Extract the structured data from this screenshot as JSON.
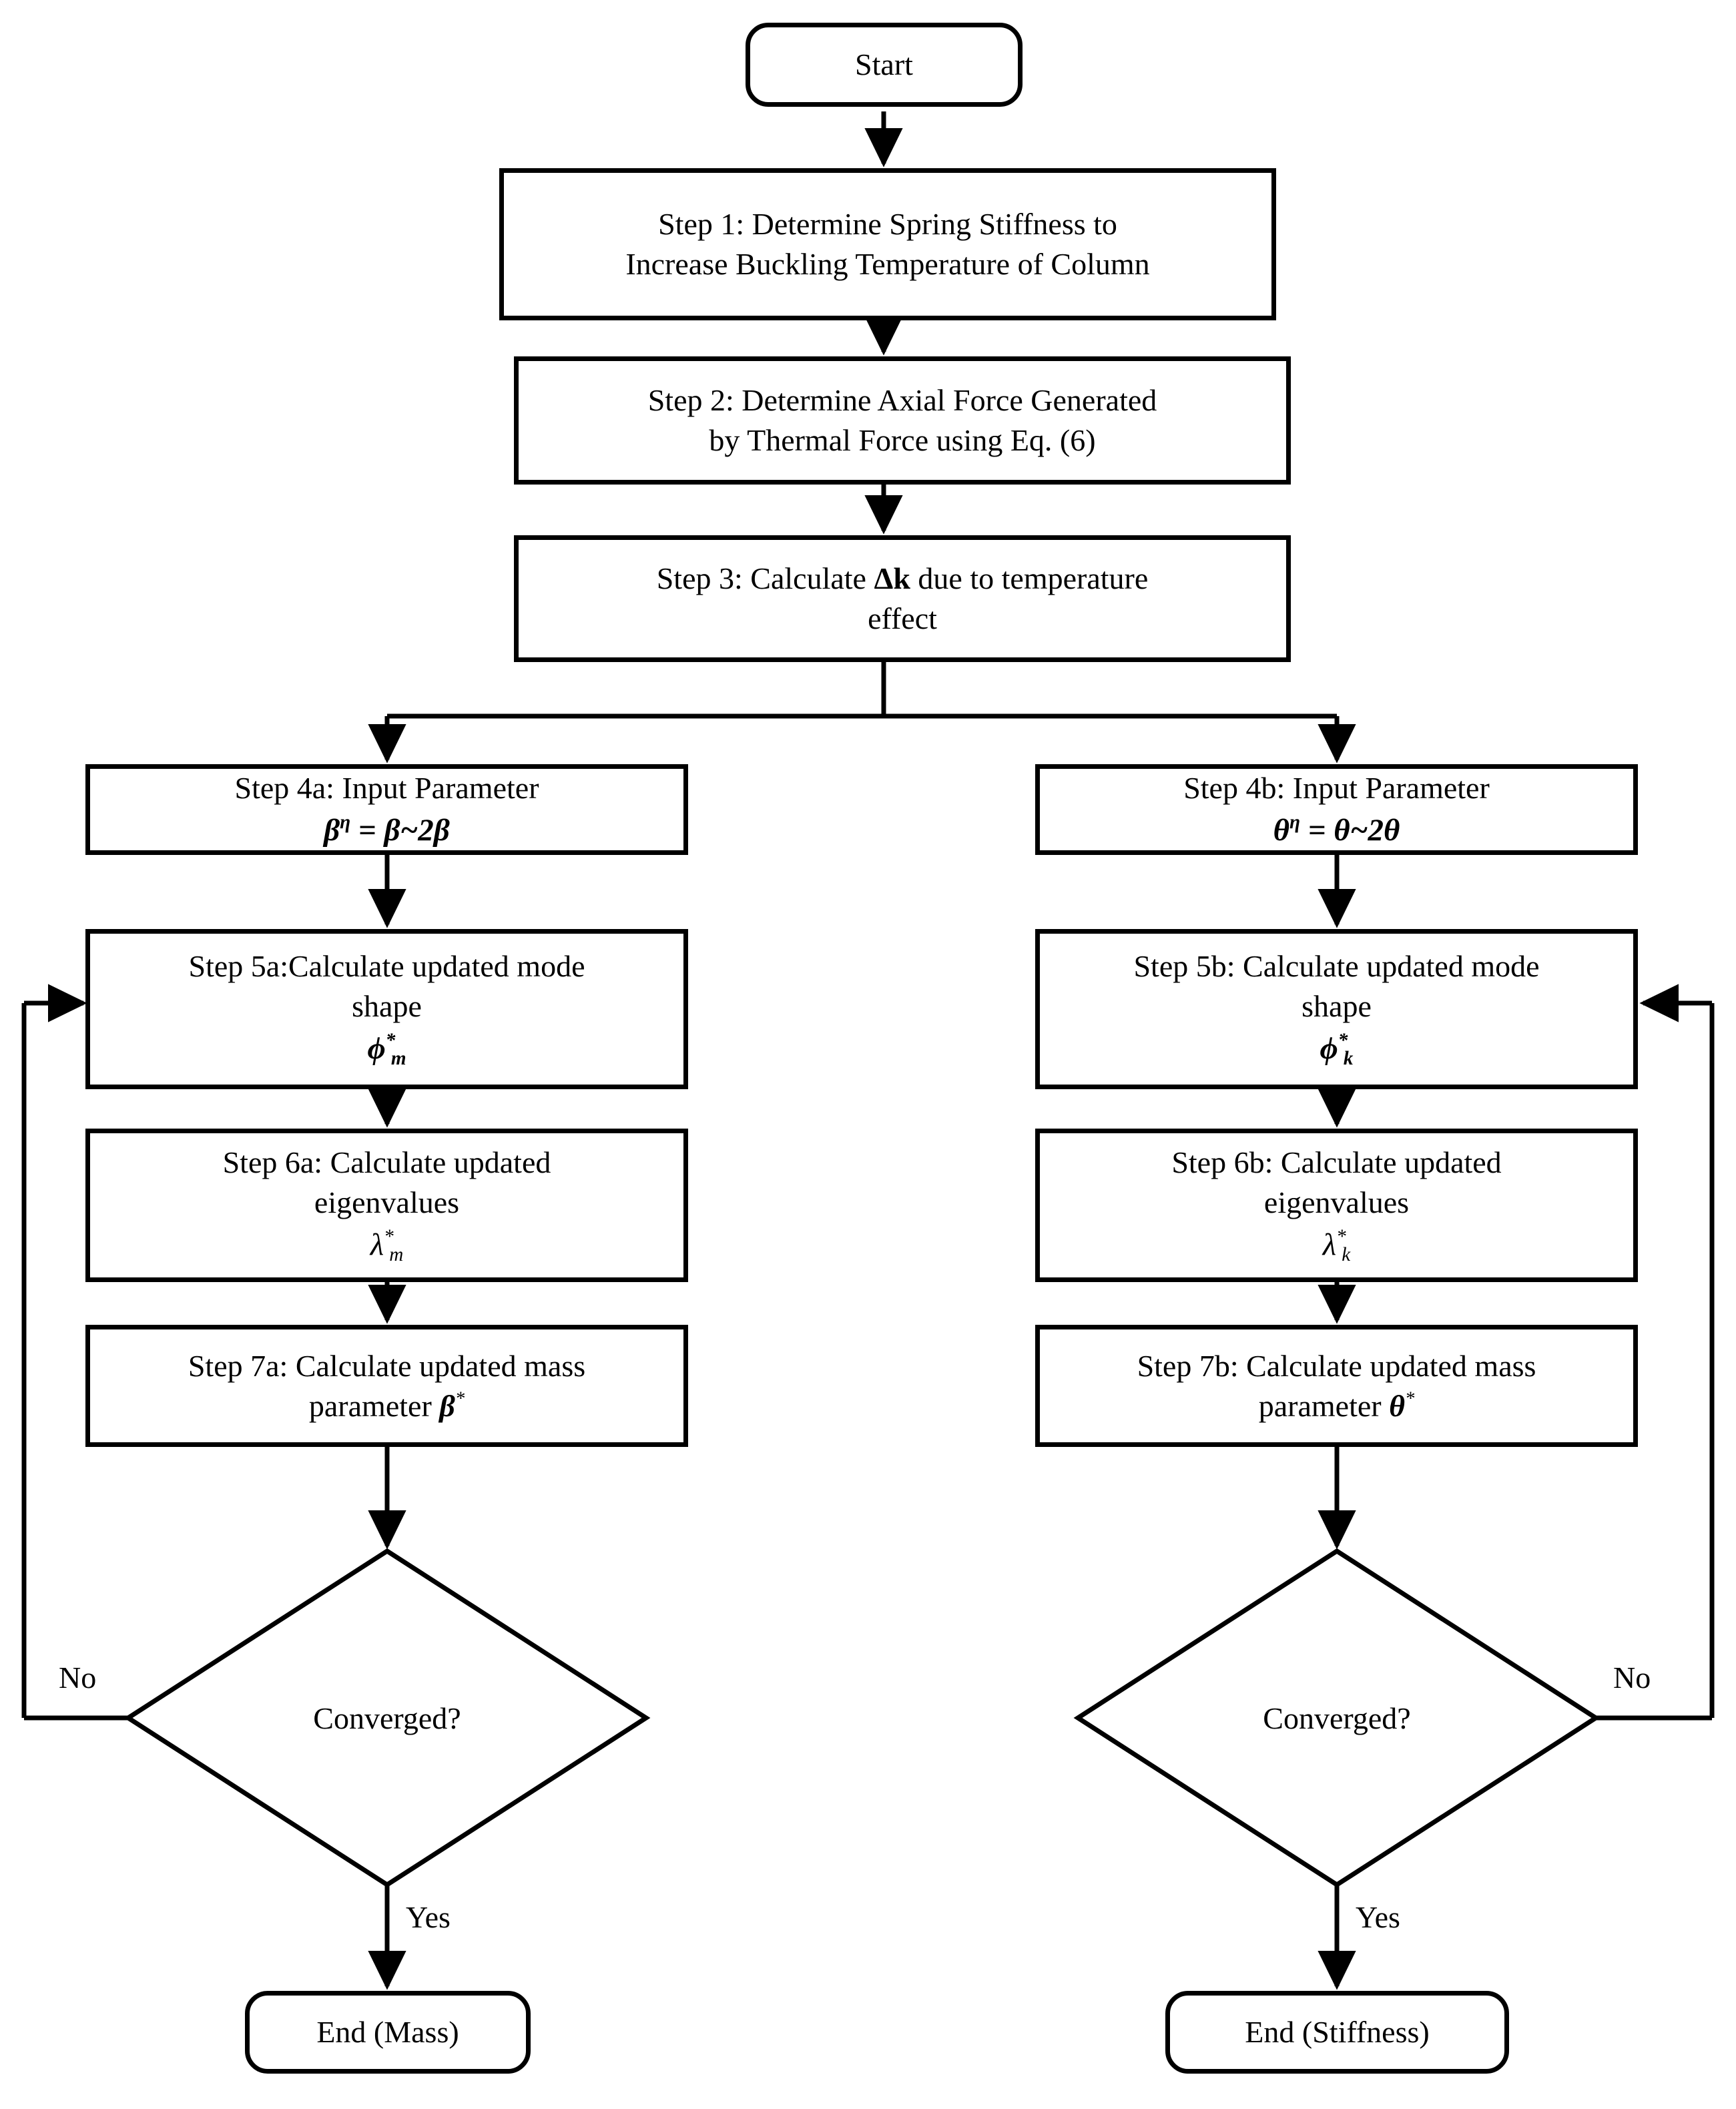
{
  "diagram": {
    "title": "Model updating flowchart for mass and stiffness parameters",
    "line_color": "#000000",
    "fill_color": "#ffffff",
    "nodes": {
      "start": {
        "label": "Start",
        "shape": "terminator"
      },
      "step1": {
        "line1": "Step 1: Determine Spring Stiffness to",
        "line2": "Increase Buckling Temperature of Column",
        "shape": "process"
      },
      "step2": {
        "line1": "Step 2: Determine Axial Force Generated",
        "line2": "by Thermal Force using Eq. (6)",
        "shape": "process"
      },
      "step3": {
        "line1_pre": "Step 3: Calculate ",
        "line1_math": "Δk",
        "line1_post": " due to temperature",
        "line2": "effect",
        "shape": "process"
      },
      "step4a": {
        "line1": "Step 4a: Input Parameter",
        "math_base": "β",
        "math_sup": "η",
        "math_rest": " = β~2β",
        "shape": "process"
      },
      "step4b": {
        "line1": "Step 4b: Input Parameter",
        "math_base": "θ",
        "math_sup": "η",
        "math_rest": " = θ~2θ",
        "shape": "process"
      },
      "step5a": {
        "line1": "Step 5a:Calculate updated mode",
        "line2": "shape",
        "math_base": "ϕ",
        "math_sup": "*",
        "math_sub": "m",
        "shape": "process"
      },
      "step5b": {
        "line1": "Step 5b: Calculate updated mode",
        "line2": "shape",
        "math_base": "ϕ",
        "math_sup": "*",
        "math_sub": "k",
        "shape": "process"
      },
      "step6a": {
        "line1": "Step 6a: Calculate updated",
        "line2": "eigenvalues",
        "math_base": "λ",
        "math_sup": "*",
        "math_sub": "m",
        "shape": "process"
      },
      "step6b": {
        "line1": "Step 6b: Calculate updated",
        "line2": "eigenvalues",
        "math_base": "λ",
        "math_sup": "*",
        "math_sub": "k",
        "shape": "process"
      },
      "step7a": {
        "line1": "Step 7a: Calculate updated mass",
        "line2_pre": "parameter ",
        "line2_math": "β",
        "line2_sup": "*",
        "shape": "process"
      },
      "step7b": {
        "line1": "Step 7b: Calculate updated mass",
        "line2_pre": "parameter ",
        "line2_math": "θ",
        "line2_sup": "*",
        "shape": "process"
      },
      "decision_a": {
        "label": "Converged?",
        "shape": "decision"
      },
      "decision_b": {
        "label": "Converged?",
        "shape": "decision"
      },
      "end_a": {
        "label": "End (Mass)",
        "shape": "terminator"
      },
      "end_b": {
        "label": "End (Stiffness)",
        "shape": "terminator"
      }
    },
    "edge_labels": {
      "no_left": "No",
      "no_right": "No",
      "yes_left": "Yes",
      "yes_right": "Yes"
    }
  }
}
